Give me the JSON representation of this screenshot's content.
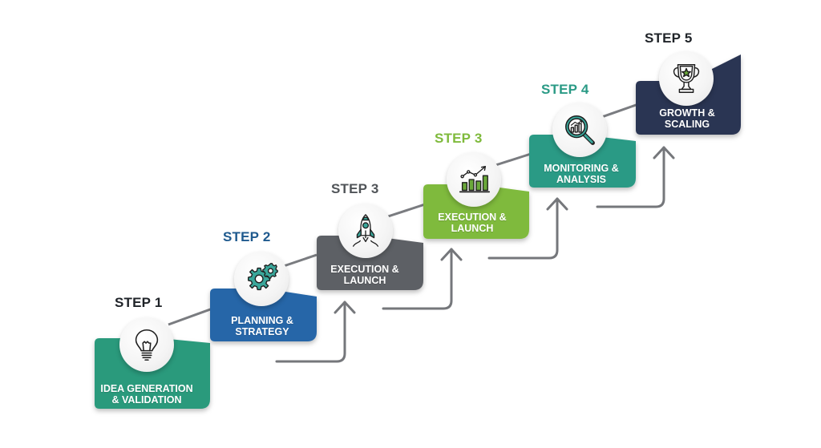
{
  "diagram": {
    "type": "staircase-process",
    "steps": [
      {
        "label": "STEP 1",
        "title_line1": "IDEA GENERATION",
        "title_line2": "& VALIDATION",
        "icon": "lightbulb-icon",
        "block_color": "#2a9a7c",
        "label_color": "#1f2328"
      },
      {
        "label": "STEP 2",
        "title_line1": "PLANNING &",
        "title_line2": "STRATEGY",
        "icon": "gears-icon",
        "block_color": "#2566a8",
        "label_color": "#1f5a8e"
      },
      {
        "label": "STEP 3",
        "title_line1": "EXECUTION &",
        "title_line2": "LAUNCH",
        "icon": "rocket-icon",
        "block_color": "#5d6065",
        "label_color": "#505458"
      },
      {
        "label": "STEP 3",
        "title_line1": "EXECUTION &",
        "title_line2": "LAUNCH",
        "icon": "bar-chart-growth-icon",
        "block_color": "#7fba3c",
        "label_color": "#7fba3c"
      },
      {
        "label": "STEP 4",
        "title_line1": "MONITORING &",
        "title_line2": "ANALYSIS",
        "icon": "magnifier-chart-icon",
        "block_color": "#2a9a85",
        "label_color": "#2a9a85"
      },
      {
        "label": "STEP 5",
        "title_line1": "GROWTH &",
        "title_line2": "SCALING",
        "icon": "trophy-icon",
        "block_color": "#2b3452",
        "label_color": "#1f2328"
      }
    ],
    "connector_color": "#7a7c80",
    "arrow_color": "#75777b",
    "icon_accent_color": "#3aa69a",
    "star_color": "#6aa83a"
  }
}
